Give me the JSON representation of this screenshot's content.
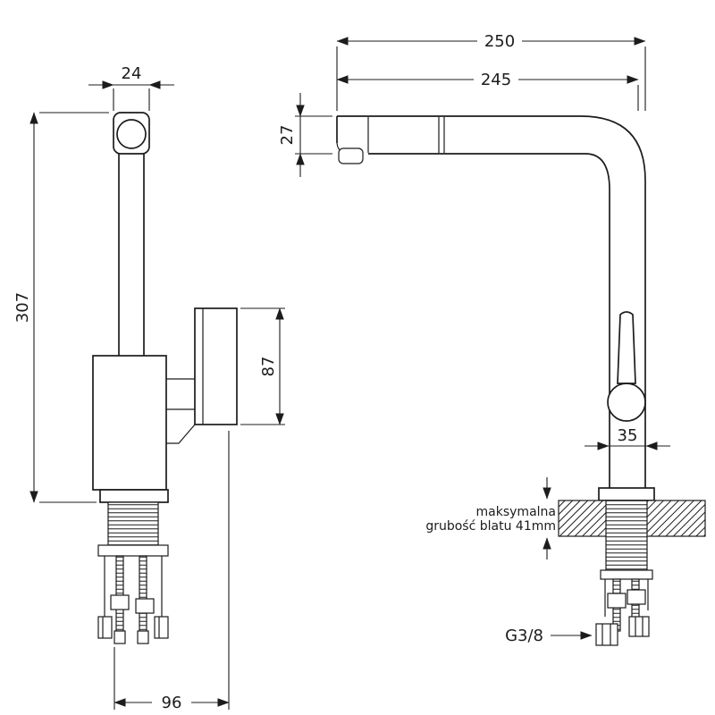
{
  "drawing": {
    "type": "technical-dimension-drawing",
    "subject": "kitchen faucet installation drawing, two orthographic views",
    "side_view": {
      "dim_spout_diameter": "24",
      "dim_total_height": "307",
      "dim_handle_length": "87",
      "dim_base_depth": "96"
    },
    "front_view": {
      "dim_total_reach": "250",
      "dim_spout_reach": "245",
      "dim_spout_tip_height": "27",
      "dim_body_width": "35",
      "counter_note_line1": "maksymalna",
      "counter_note_line2": "grubość blatu 41mm",
      "thread_size_label": "G3/8"
    },
    "colors": {
      "line": "#1c1c1c",
      "background": "#ffffff"
    }
  }
}
